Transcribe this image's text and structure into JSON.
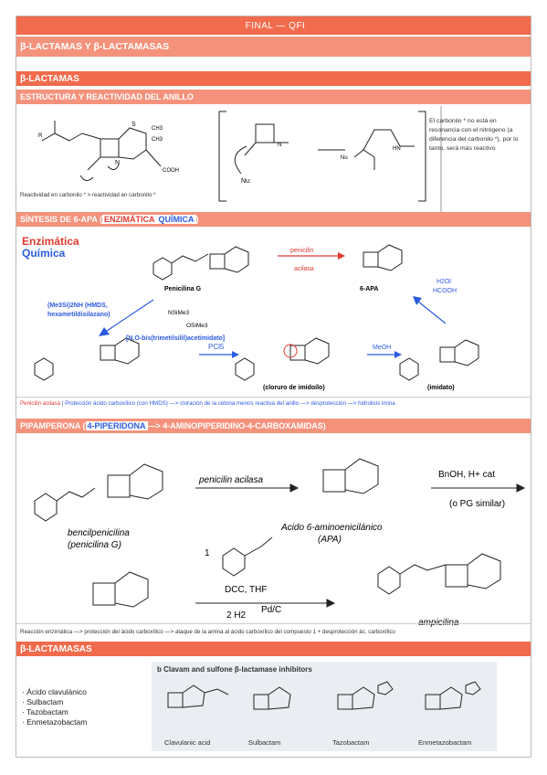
{
  "header": {
    "title": "FINAL — QFI"
  },
  "main_title": "β-LACTAMAS Y β-LACTAMASAS",
  "section1": {
    "title": "β-LACTAMAS",
    "sub1": "ESTRUCTURA Y REACTIVIDAD DEL ANILLO",
    "carbonyl_note": "El carbonilo * no está en resonancia con el nitrógeno (a diferencia del carbonilo *), por lo tanto, será más reactivo",
    "reactivity_note": "Reactividad en carbonilo * > reactividad en carbonilo *",
    "nu_label": "Nu:",
    "nu_label2": "Nu",
    "sub2_prefix": "SÍNTESIS DE 6-APA (",
    "sub2_enz": "ENZIMÁTICA",
    "sub2_quim": "QUÍMICA",
    "sub2_suffix": ")",
    "legend_enz": "Enzimática",
    "legend_quim": "Química",
    "penG_label": "Penicilina G",
    "apa_label": "6-APA",
    "enzyme_top": "penicilin",
    "enzyme_bot": "acilasa",
    "hmds_1": "(Me3Si)2NH (HMDS,",
    "hmds_2": "hexametildisilazano)",
    "bsa_1": "NSiMe3",
    "bsa_2": "OSiMe3",
    "bsa_3": "[N,O-bis(trimetilsilil)acetimidato]",
    "pcl5": "PCl5",
    "meoh": "MeOH",
    "h2o_1": "H2O/",
    "h2o_2": "HCOOH",
    "imidoyl_label": "(cloruro de imidoílo)",
    "imidate_label": "(imidato)",
    "summary_enz": "Penicilin acilasa",
    "summary_rest": " | Protección ácido carboxílico (con HMDS) —> cloración de la cetona menos reactiva del anillo —> desprotección —> hidrolisis imina"
  },
  "section2": {
    "title_prefix": "PIPAMPERONA (",
    "title_hl": "4-PIPERIDONA",
    "title_suffix": " —> 4-AMINOPIPERIDINO-4-CARBOXAMIDAS)",
    "penicillin_acylase": "penicilin acilasa",
    "bnoh": "BnOH, H+ cat",
    "pg": "(o PG similar)",
    "bencil_1": "bencilpenicilina",
    "bencil_2": "(penicilina G)",
    "apa_1": "Acido 6-aminoenicilánico",
    "apa_2": "(APA)",
    "cmpd_num": "1",
    "dcc": "DCC, THF",
    "h2": "2 H2",
    "pdc": "Pd/C",
    "ampicilina": "ampicilina",
    "summary": "Reacción enzimática —> protección del ácido carboxílico —> ataque de la amina al ácido carboxílico del compuesto 1 + desprotección ác. carboxílico"
  },
  "section3": {
    "title": "β-LACTAMASAS",
    "items": [
      "Ácido clavulánico",
      "Sulbactam",
      "Tazobactam",
      "Enmetazobactam"
    ],
    "figure_title": "b  Clavam and sulfone β-lactamase inhibitors",
    "figure_labels": [
      "Clavulanic acid",
      "Sulbactam",
      "Tazobactam",
      "Enmetazobactam"
    ]
  }
}
